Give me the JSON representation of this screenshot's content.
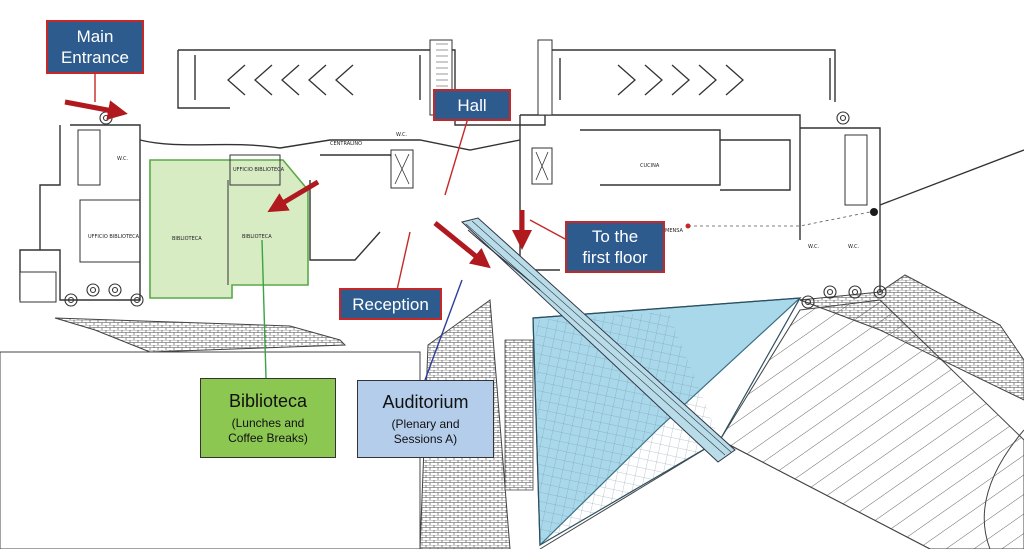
{
  "labels": {
    "main_entrance": "Main\nEntrance",
    "hall": "Hall",
    "reception": "Reception",
    "first_floor": "To the\nfirst floor",
    "biblioteca_title": "Biblioteca",
    "biblioteca_sub": "(Lunches and\nCoffee Breaks)",
    "auditorium_title": "Auditorium",
    "auditorium_sub": "(Plenary and\nSessions A)"
  },
  "plan_text": {
    "biblioteca_left": "BIBLIOTECA",
    "biblioteca_right": "BIBLIOTECA",
    "ufficio_biblioteca": "UFFICIO BIBLIOTECA",
    "ufficio_left": "UFFICIO BIBLIOTECA",
    "centralino": "CENTRALINO",
    "cucina": "CUCINA",
    "mensa": "MENSA",
    "wc": "W.C."
  },
  "colors": {
    "callout_blue": "#2e5b8e",
    "callout_border": "#c62828",
    "biblioteca_fill": "#d8ecc4",
    "biblioteca_box": "#8cc752",
    "auditorium_fill": "#a9d8ea",
    "auditorium_box": "#b4cdea",
    "arrow": "#b0191e"
  }
}
